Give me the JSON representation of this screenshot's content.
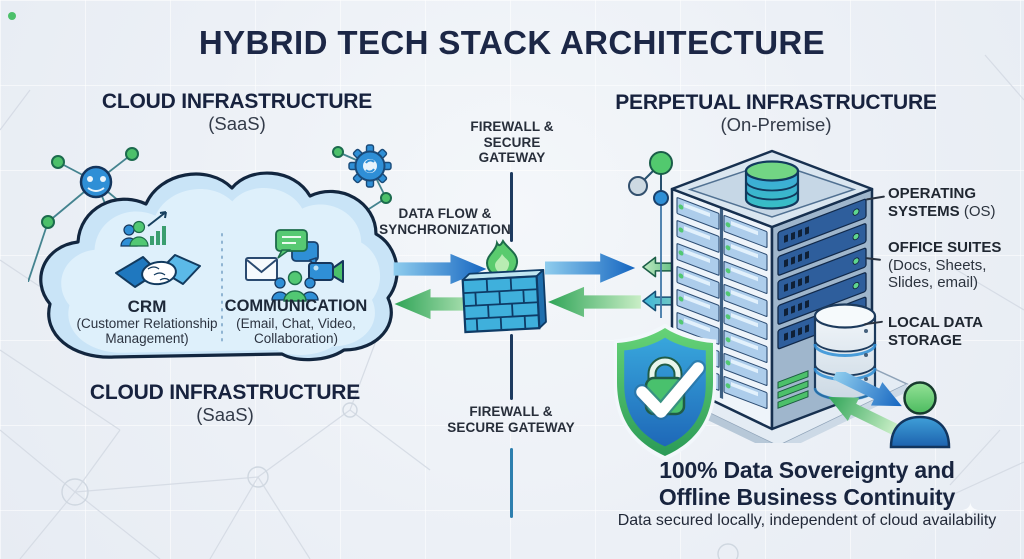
{
  "title": "HYBRID TECH STACK ARCHITECTURE",
  "cloud": {
    "header": "CLOUD INFRASTRUCTURE",
    "subheader": "(SaaS)",
    "footer_header": "CLOUD INFRASTRUCTURE",
    "footer_subheader": "(SaaS)",
    "crm": {
      "label": "CRM",
      "sublabel": "(Customer Relationship Management)"
    },
    "communication": {
      "label": "COMMUNICATION",
      "sublabel": "(Email, Chat, Video, Collaboration)"
    }
  },
  "gateway": {
    "top_label_line1": "FIREWALL &",
    "top_label_line2": "SECURE",
    "top_label_line3": "GATEWAY",
    "flow_label_line1": "DATA FLOW &",
    "flow_label_line2": "SYNCHRONIZATION",
    "bottom_label_line1": "FIREWALL &",
    "bottom_label_line2": "SECURE GATEWAY"
  },
  "onprem": {
    "header": "PERPETUAL INFRASTRUCTURE",
    "subheader": "(On-Premise)",
    "labels": {
      "os": {
        "bold": "OPERATING SYSTEMS",
        "normal": "(OS)"
      },
      "office": {
        "bold": "OFFICE SUITES",
        "normal": "(Docs, Sheets, Slides, email)"
      },
      "storage": {
        "bold": "LOCAL DATA STORAGE"
      }
    },
    "headline_line1": "100% Data Sovereignty and",
    "headline_line2": "Offline Business Continuity",
    "subline": "Data secured locally, independent of cloud availability"
  },
  "decor": {
    "sparkle": "✦"
  },
  "colors": {
    "navy": "#1d2946",
    "blue": "#1e74c4",
    "green": "#46bd66",
    "teal": "#34a8c9"
  }
}
